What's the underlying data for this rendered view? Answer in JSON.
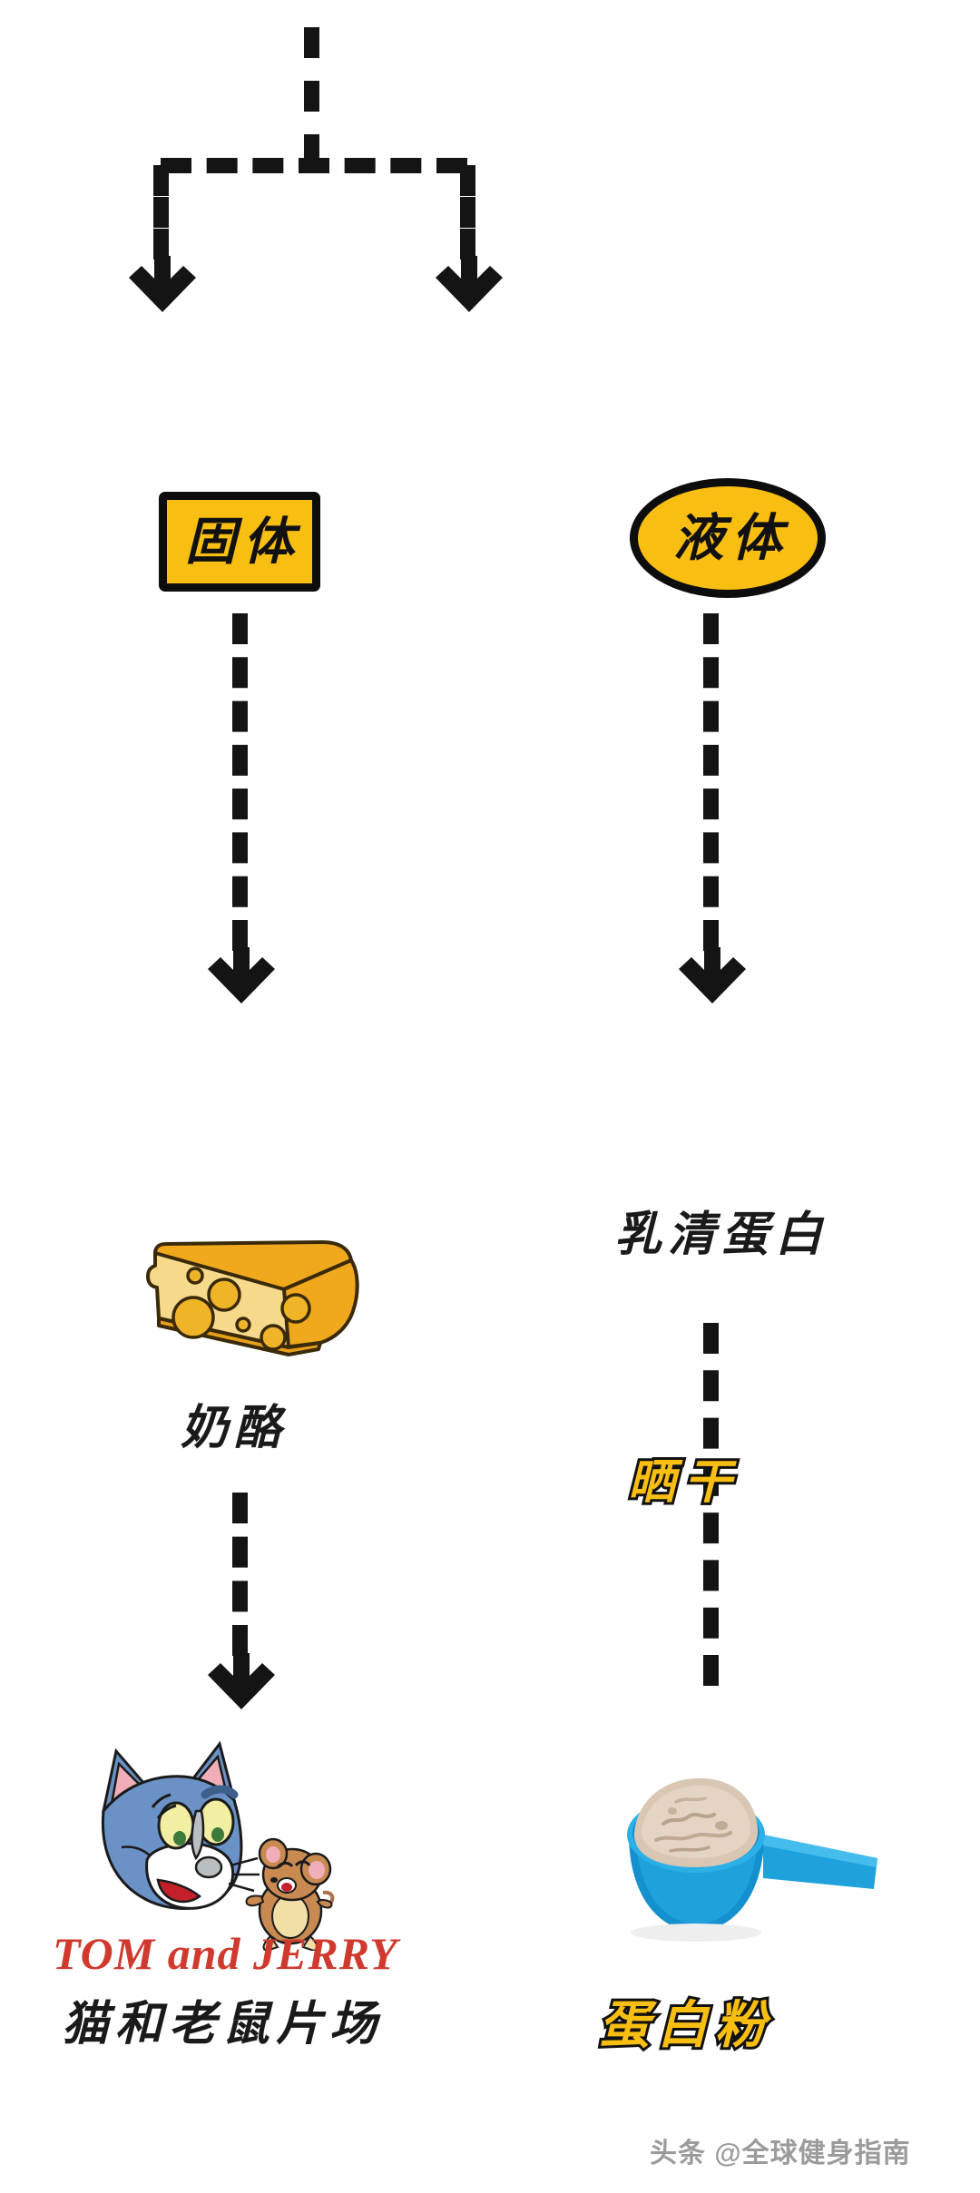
{
  "diagram": {
    "title": "Dairy protein flow chart",
    "colors": {
      "accent_yellow": "#F9BE12",
      "line_black": "#141414",
      "caption_black": "#1a1a1a",
      "tom_red": "#D03A2E",
      "scoop_blue": "#1FA2DC",
      "powder_beige": "#D9C7B4",
      "cheese_light": "#F7D98B",
      "cheese_dark": "#F0A81C"
    },
    "nodes": {
      "solid": {
        "label": "固体",
        "shape": "rectangle"
      },
      "liquid": {
        "label": "液体",
        "shape": "ellipse"
      }
    },
    "captions": {
      "cheese": "奶酪",
      "whey": "乳清蛋白",
      "sun_dry": "晒干",
      "tom_and_jerry": "猫和老鼠片场",
      "protein_powder": "蛋白粉"
    },
    "images": {
      "cheese_wedge": "cheese-wedge-illustration",
      "tom_jerry_logo_text": "TOM and JERRY",
      "tom_jerry_logo_small": "and",
      "protein_scoop": "protein-powder-scoop-photo"
    },
    "watermark": "头条 @全球健身指南"
  }
}
